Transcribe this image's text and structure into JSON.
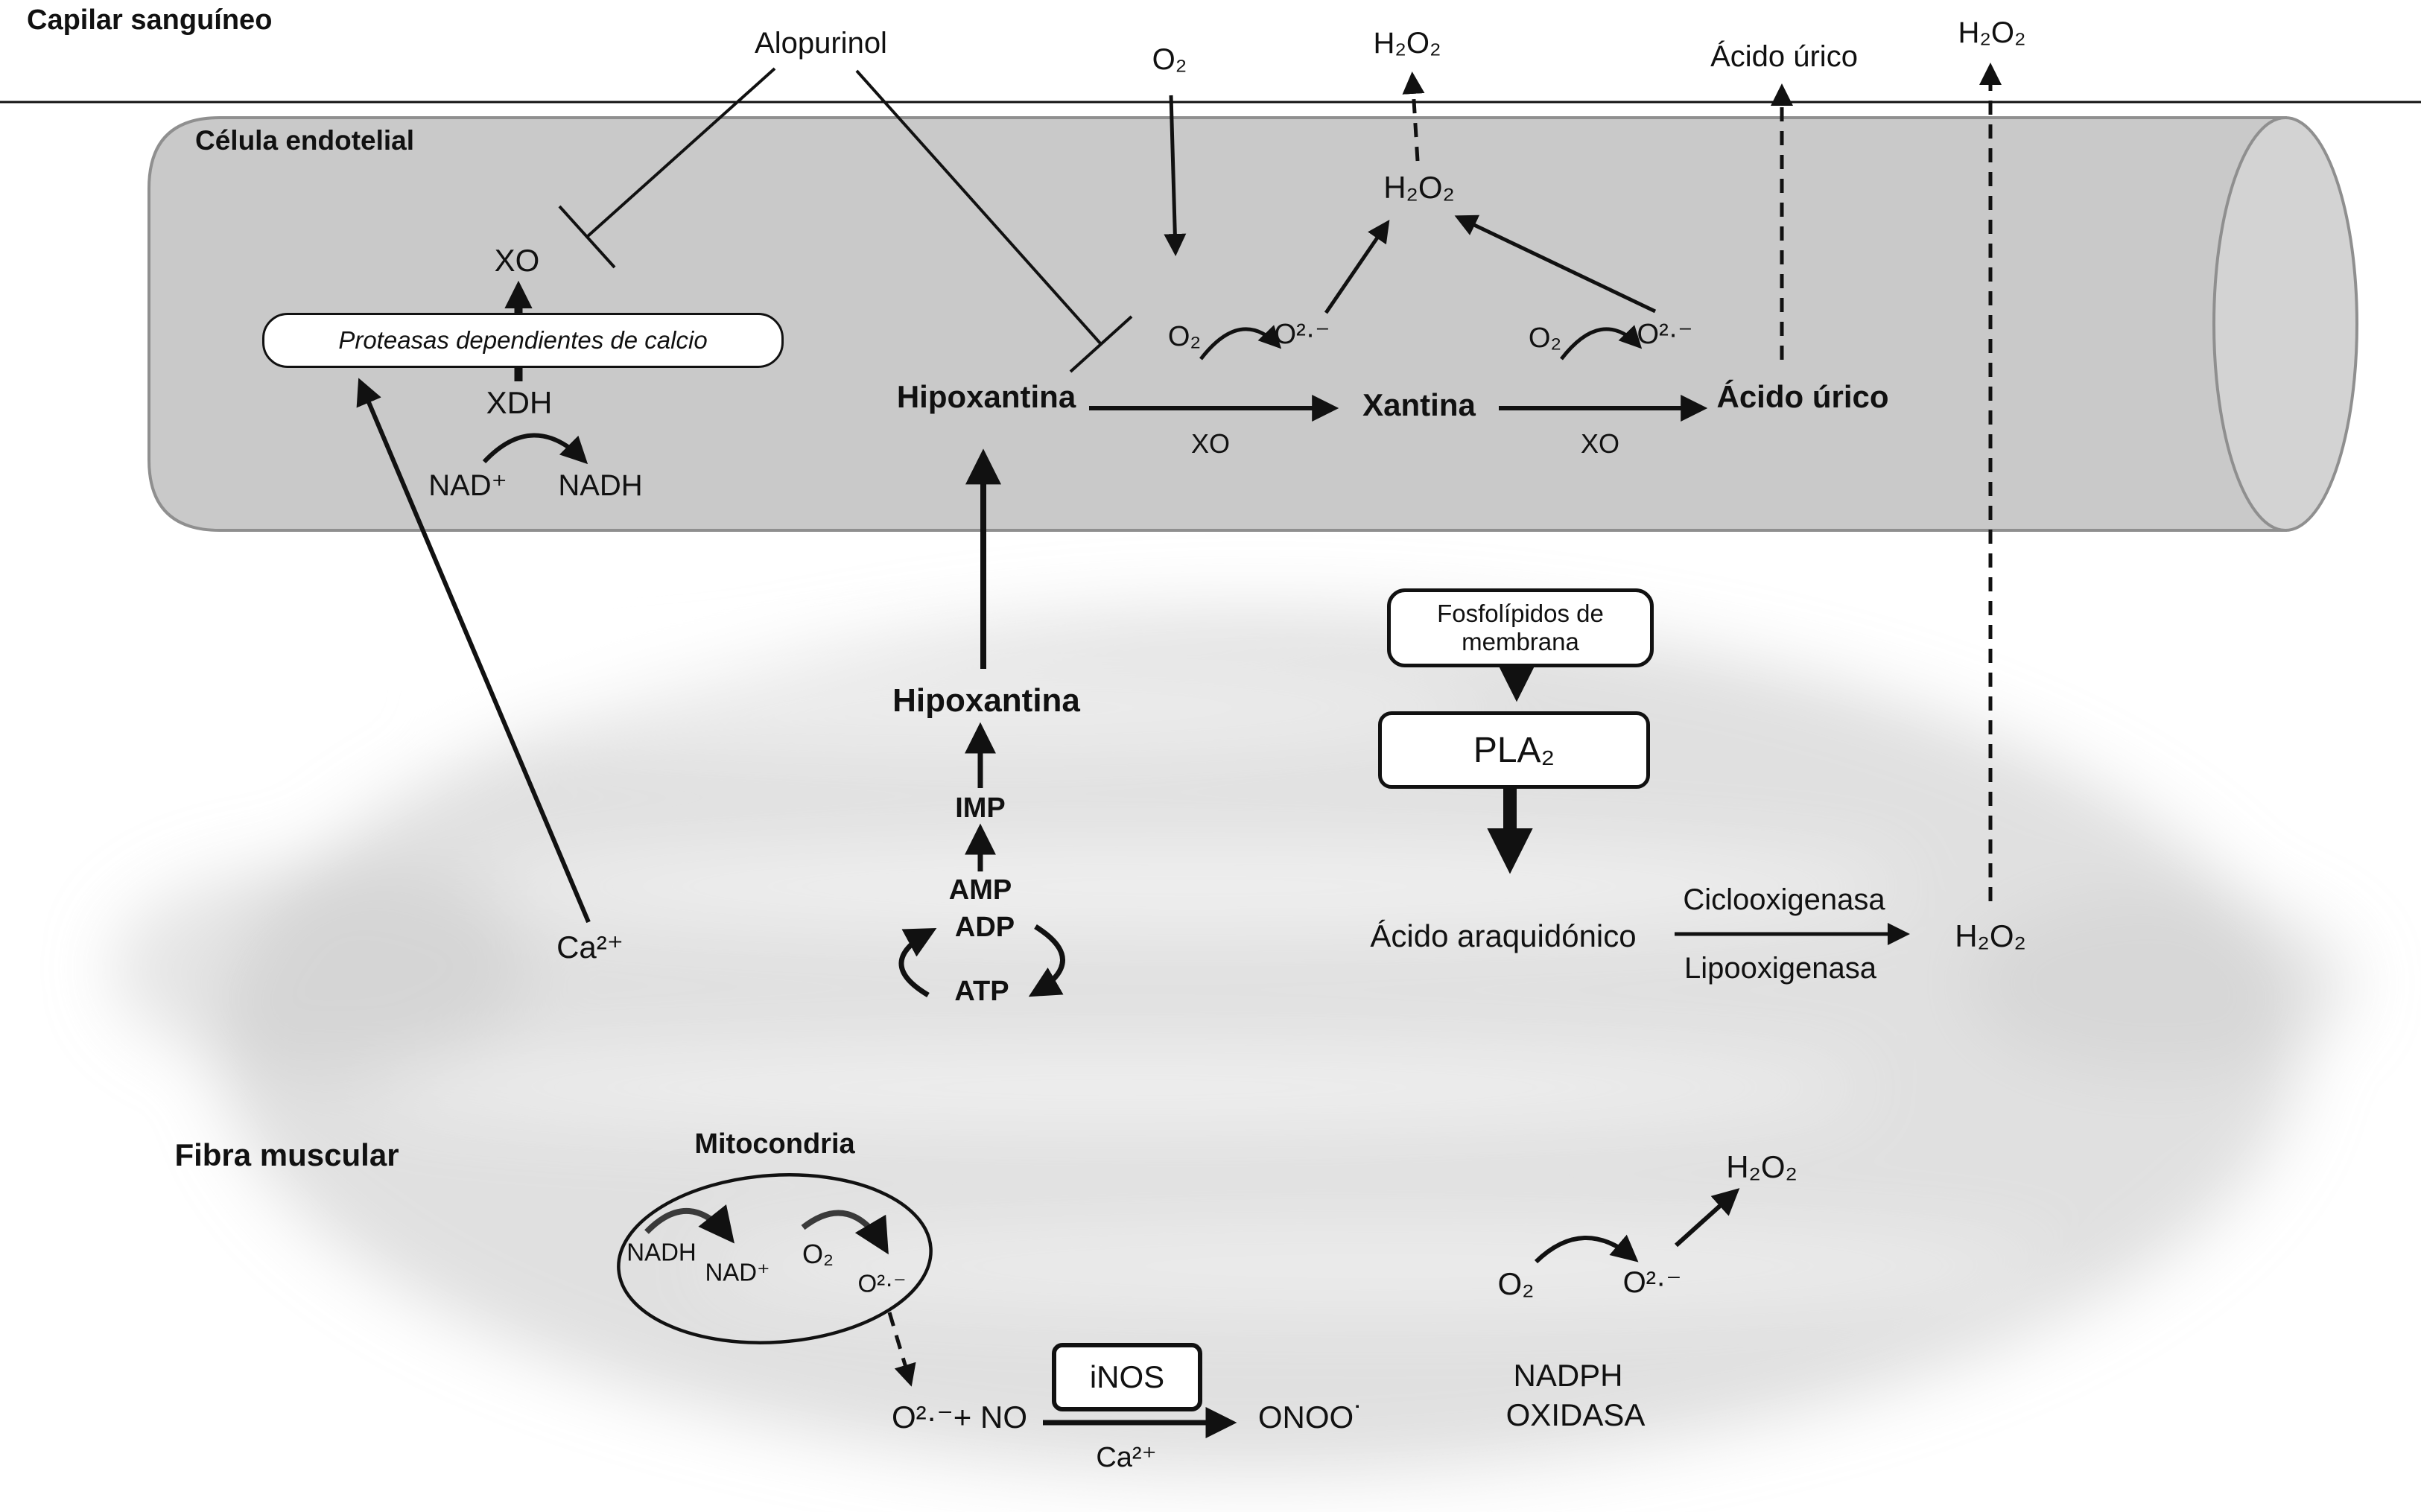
{
  "colors": {
    "ink": "#111111",
    "cylinder_fill": "#c9c9c9",
    "cylinder_stroke": "#8f8f8f",
    "cylinder_cap_fill": "#d3d3d3",
    "fiber_fill": "#c6c6c6"
  },
  "capillary": {
    "title": "Capilar sanguíneo"
  },
  "top": {
    "alopurinol": "Alopurinol",
    "o2": "O₂",
    "h2o2": "H₂O₂",
    "acido_urico": "Ácido úrico",
    "h2o2_right": "H₂O₂"
  },
  "cell": {
    "label": "Célula endotelial",
    "xo_left": "XO",
    "proteasas": "Proteasas dependientes de calcio",
    "xdh": "XDH",
    "nad": "NAD⁺",
    "nadh": "NADH",
    "hipoxantina": "Hipoxantina",
    "xo1": "XO",
    "xantina": "Xantina",
    "xo2": "XO",
    "acido_urico": "Ácido úrico",
    "o2_1": "O₂",
    "superoxido_1": "O²·⁻",
    "o2_2": "O₂",
    "superoxido_2": "O²·⁻",
    "h2o2": "H₂O₂"
  },
  "muscle": {
    "label": "Fibra muscular",
    "hipoxantina": "Hipoxantina",
    "imp": "IMP",
    "amp": "AMP",
    "adp": "ADP",
    "atp": "ATP",
    "ca": "Ca²⁺",
    "fosfolipidos_1": "Fosfolípidos de",
    "fosfolipidos_2": "membrana",
    "pla2": "PLA₂",
    "acido_araquidonico": "Ácido araquidónico",
    "ciclooxigenasa": "Ciclooxigenasa",
    "lipooxigenasa": "Lipooxigenasa",
    "h2o2": "H₂O₂"
  },
  "mito": {
    "label": "Mitocondria",
    "nadh": "NADH",
    "nad": "NAD⁺",
    "o2": "O₂",
    "superoxido": "O²·⁻"
  },
  "ros": {
    "inos": "iNOS",
    "reactivos": "O²·⁻+ NO",
    "ca": "Ca²⁺",
    "onoo": "ONOO˙",
    "o2": "O₂",
    "superoxido": "O²·⁻",
    "h2o2": "H₂O₂",
    "nadph_1": "NADPH",
    "nadph_2": "OXIDASA"
  }
}
